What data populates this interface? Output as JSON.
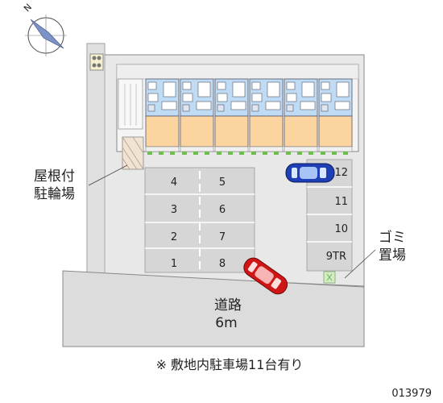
{
  "compass": {
    "label": "N"
  },
  "bicycle_parking": {
    "line1": "屋根付",
    "line2": "駐輪場"
  },
  "garbage": {
    "line1": "ゴミ",
    "line2": "置場"
  },
  "road": {
    "name": "道路",
    "width": "6m"
  },
  "left_spaces": [
    "4",
    "3",
    "2",
    "1"
  ],
  "right_spaces": [
    "5",
    "6",
    "7",
    "8"
  ],
  "east_spaces": [
    "12",
    "11",
    "10",
    "9TR"
  ],
  "note": "※ 敷地内駐車場11台有り",
  "code": "013979",
  "colors": {
    "building": "#bfdcf4",
    "room": "#fcd49f",
    "lot": "#e8e8e8",
    "road": "#dcdcdc",
    "blue_car": "#1f3fb6",
    "red_car": "#d01515"
  }
}
